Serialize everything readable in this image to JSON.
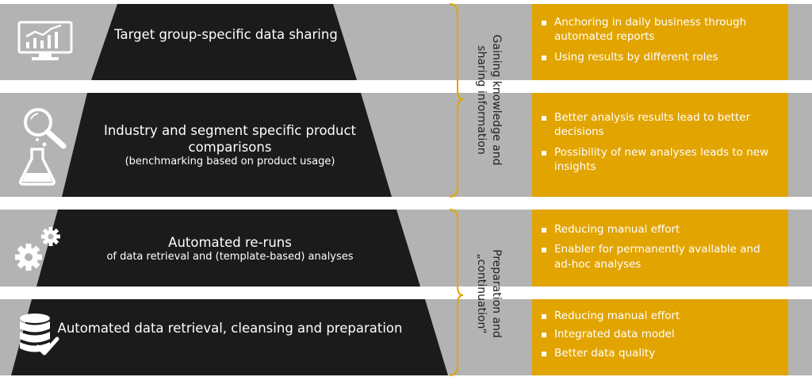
{
  "levels": [
    {
      "title": "Target group-specific data sharing",
      "subtitle": "",
      "icon": "monitor-chart-icon"
    },
    {
      "title": "Industry and segment specific product comparisons",
      "subtitle": "(benchmarking based on product usage)",
      "icon": "magnifier-flask-icon"
    },
    {
      "title": "Automated re-runs",
      "subtitle": "of data retrieval and (template-based) analyses",
      "icon": "gears-icon"
    },
    {
      "title": "Automated data retrieval, cleansing and preparation",
      "subtitle": "",
      "icon": "database-check-icon"
    }
  ],
  "phases": [
    {
      "label": "Gaining knowledge and sharing information"
    },
    {
      "label": "Preparation and „continuation“"
    }
  ],
  "benefits": [
    [
      "Anchoring in daily business through automated reports",
      "Using results by different roles"
    ],
    [
      "Better analysis results lead to better decisions",
      "Possibility of new analyses leads to new insights"
    ],
    [
      "Reducing manual effort",
      "Enabler for permanently available and ad-hoc analyses"
    ],
    [
      "Reducing manual effort",
      "Integrated data model",
      "Better data quality"
    ]
  ],
  "colors": {
    "band": "#b3b3b3",
    "pyramid": "#1b1b1b",
    "accent": "#e2a400",
    "bracket": "#e2a400"
  }
}
